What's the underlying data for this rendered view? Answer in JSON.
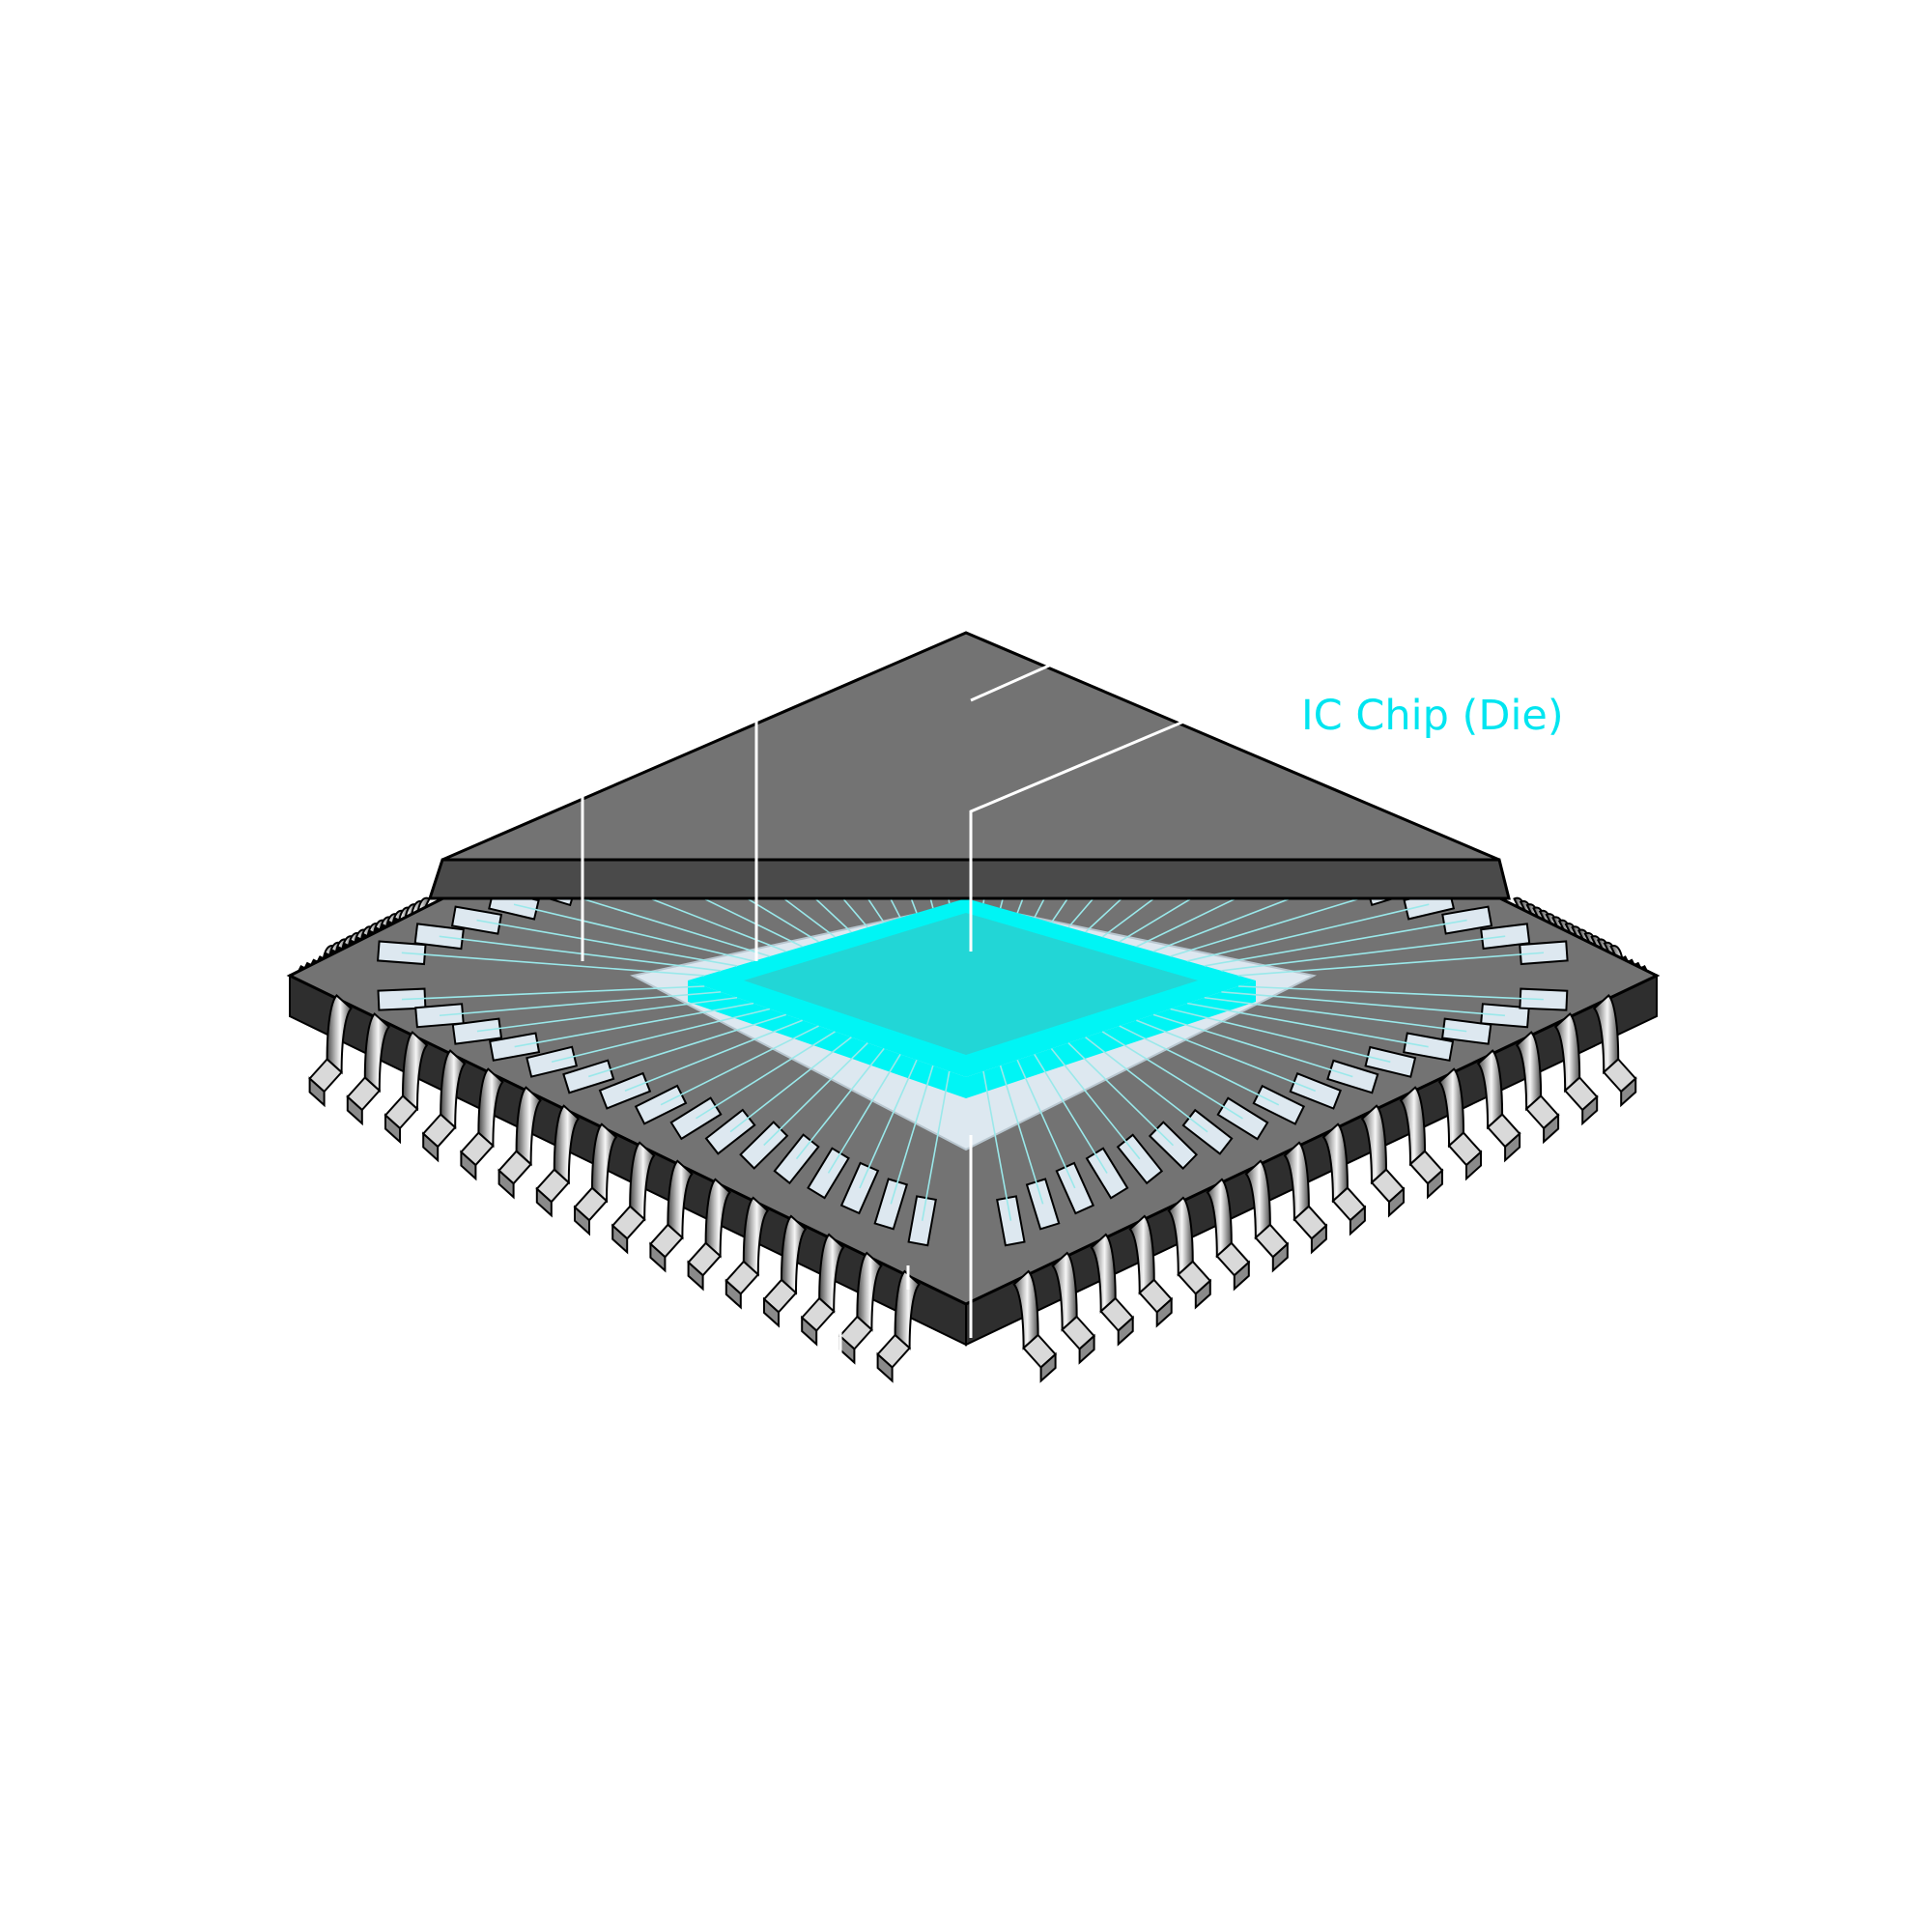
{
  "labels": {
    "die": "IC Chip (Die)"
  },
  "colors": {
    "die": "#22d6d6",
    "die_bright": "#00f5f5",
    "label_text": "#00e5f0",
    "package_top": "#737373",
    "package_side": "#4a4a4a",
    "package_bottom": "#2e2e2e",
    "pad": "#dde8f0",
    "die_paddle": "#dde8f0",
    "bond_wire": "#9ae8ea",
    "leader_line": "#ffffff",
    "lead_dark": "#5a5a5a",
    "lead_light": "#f4f4f4",
    "outline": "#000000"
  },
  "package": {
    "pins_per_side": 16,
    "bond_wires_per_side": 16
  },
  "icons": {
    "lead": "gull-wing-lead-icon",
    "pad": "bond-pad-icon"
  }
}
